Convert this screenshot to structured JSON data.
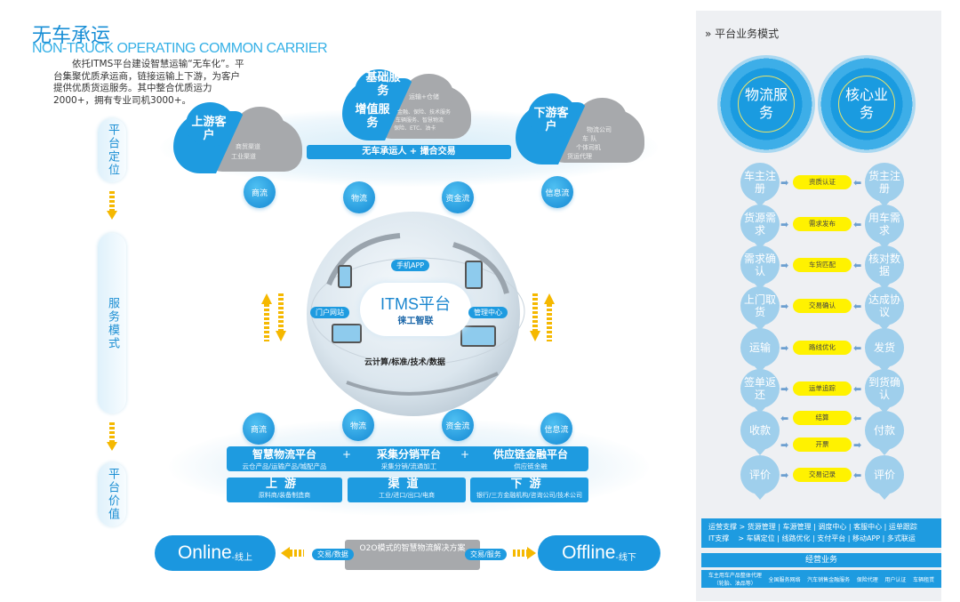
{
  "header": {
    "title": "无车承运",
    "subtitle": "NON-TRUCK OPERATING COMMON CARRIER",
    "intro": "依托ITMS平台建设智慧运输“无车化”。平台集聚优质承运商，链接运输上下游，为客户提供优质货运服务。其中整合优质运力2000+，拥有专业司机3000+。"
  },
  "left_column": [
    "平台定位",
    "服务模式",
    "平台价值"
  ],
  "top": {
    "upstream": {
      "title": "上游客户",
      "detail": [
        "商贸渠道",
        "工业渠道"
      ]
    },
    "center": {
      "basic": "基础服务",
      "basic_detail": "运输+仓储",
      "value": "增值服务",
      "value_detail": [
        "金融、保险、技术服务",
        "车辆服务、智慧物流",
        "保险、ETC、油卡"
      ]
    },
    "downstream": {
      "title": "下游客户",
      "detail": [
        "物流公司",
        "车 队",
        "个体司机",
        "货运代理"
      ]
    },
    "bar": "无车承运人  +  撮合交易"
  },
  "flows": [
    "商流",
    "物流",
    "资金流",
    "信息流"
  ],
  "globe": {
    "title": "ITMS平台",
    "brand": "徕工智联",
    "tags": [
      "手机APP",
      "门户网站",
      "管理中心"
    ],
    "footer": "云计算/标准/技术/数据"
  },
  "platforms": [
    {
      "name": "智慧物流平台",
      "sub": "云仓产品/运输产品/城配产品"
    },
    {
      "name": "采集分销平台",
      "sub": "采集分销/流通加工"
    },
    {
      "name": "供应链金融平台",
      "sub": "供应链金融"
    }
  ],
  "plus": "+",
  "segments": [
    {
      "name": "上游",
      "sub": "原料商/装备制造商"
    },
    {
      "name": "渠道",
      "sub": "工业/进口/出口/电商"
    },
    {
      "name": "下游",
      "sub": "银行/三方金融机构/咨询公司/技术公司"
    }
  ],
  "o2o": {
    "online": "Online",
    "online_cn": "-线上",
    "offline": "Offline",
    "offline_cn": "-线下",
    "left_tag": "交易/数据",
    "right_tag": "交易/服务",
    "center": "O2O模式的智慧物流解决方案"
  },
  "right_panel": {
    "title": "平台业务模式",
    "circles": [
      "物流服务",
      "核心业务"
    ],
    "rows": [
      {
        "left": "车主注册",
        "mid": [
          "资质认证"
        ],
        "right": "货主注册"
      },
      {
        "left": "货源需求",
        "mid": [
          "需求发布"
        ],
        "right": "用车需求"
      },
      {
        "left": "需求确认",
        "mid": [
          "车货匹配"
        ],
        "right": "核对数据"
      },
      {
        "left": "上门取货",
        "mid": [
          "交易确认"
        ],
        "right": "达成协议"
      },
      {
        "left": "运输",
        "mid": [
          "路线优化"
        ],
        "right": "发货"
      },
      {
        "left": "签单返还",
        "mid": [
          "运单追踪"
        ],
        "right": "到货确认"
      },
      {
        "left": "收款",
        "mid": [
          "结算",
          "开票"
        ],
        "right": "付款"
      },
      {
        "left": "评价",
        "mid": [
          "交易记录"
        ],
        "right": "评价"
      }
    ],
    "support": [
      "运营支撑 > 货源管理 | 车源管理 | 调度中心 | 客服中心 | 运单跟踪",
      "IT支撑    > 车辆定位 | 线路优化 | 支付平台 | 移动APP | 多式联运"
    ],
    "business_title": "经营业务",
    "business": [
      "车主用车产品整体代理（轮胎、油品等）",
      "全国服务网络",
      "汽车销售金融服务",
      "保险代理",
      "用户认证",
      "车辆租赁"
    ]
  },
  "colors": {
    "primary": "#1e9be0",
    "accent": "#fff200",
    "arrow": "#f5b800",
    "grey": "#a7a9ac"
  }
}
